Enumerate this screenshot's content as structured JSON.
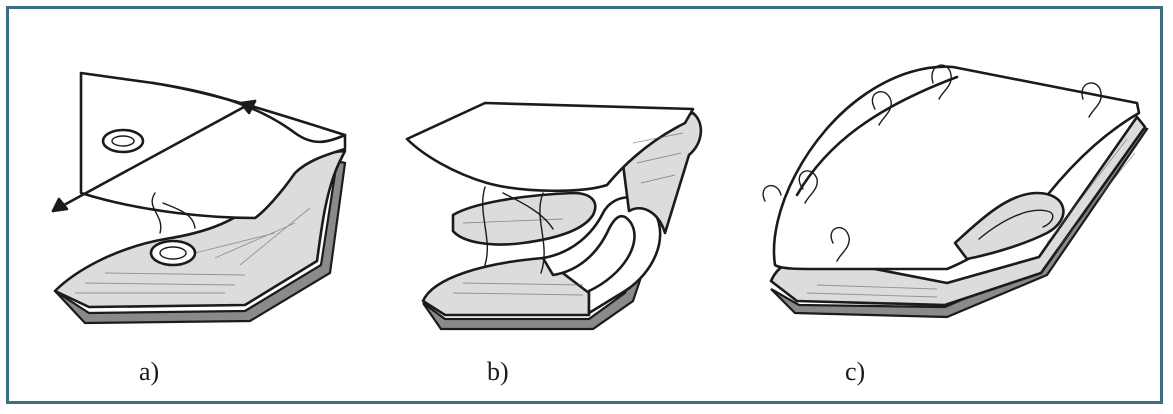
{
  "figure": {
    "panels": [
      {
        "id": "a",
        "label": "a)"
      },
      {
        "id": "b",
        "label": "b)"
      },
      {
        "id": "c",
        "label": "c)"
      }
    ]
  },
  "colors": {
    "border": "#3d6e80",
    "ink": "#1b1b1b",
    "shade": "#dcdcdc"
  }
}
